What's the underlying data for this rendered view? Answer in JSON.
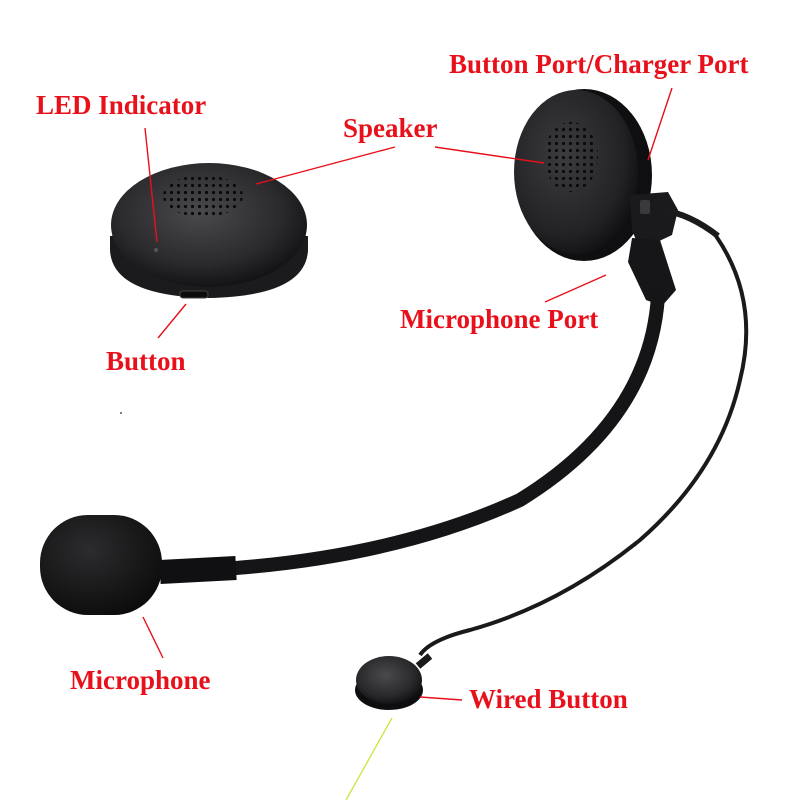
{
  "labels": {
    "button_port_charger_port": "Button Port/Charger Port",
    "led_indicator": "LED Indicator",
    "speaker": "Speaker",
    "button": "Button",
    "microphone_port": "Microphone Port",
    "microphone": "Microphone",
    "wired_button": "Wired Button"
  },
  "colors": {
    "label_text": "#e8111b",
    "leader_line": "#e8111b",
    "device_body": "#1d1d1f",
    "device_edge": "#3a3a3d",
    "mic_foam": "#161617",
    "background": "#ffffff"
  }
}
